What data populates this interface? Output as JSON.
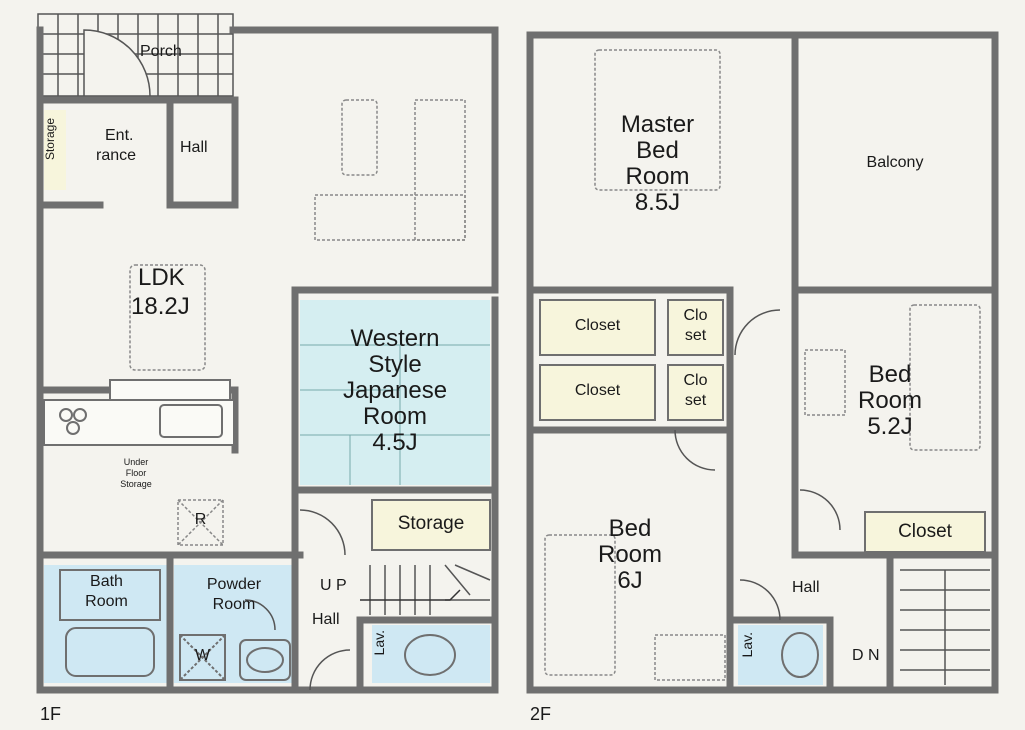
{
  "colors": {
    "background": "#f4f3ee",
    "wall": "#6f6f6f",
    "wet_area": "#cfe8f3",
    "tatami": "#d5eef1",
    "closet": "#f7f5dc",
    "furniture": "#8a8a8a"
  },
  "floor1": {
    "label": "1F",
    "porch": "Porch",
    "storage_entrance": "Storage",
    "entrance_line1": "Ent.",
    "entrance_line2": "rance",
    "hall_entrance": "Hall",
    "ldk_name": "LDK",
    "ldk_size": "18.2J",
    "japanese_line1": "Western",
    "japanese_line2": "Style",
    "japanese_line3": "Japanese",
    "japanese_line4": "Room",
    "japanese_size": "4.5J",
    "storage_main": "Storage",
    "underfloor_line1": "Under",
    "underfloor_line2": "Floor",
    "underfloor_line3": "Storage",
    "fridge": "R",
    "bath_line1": "Bath",
    "bath_line2": "Room",
    "powder_line1": "Powder",
    "powder_line2": "Room",
    "washer": "W",
    "stairs_up": "U P",
    "hall_stairs": "Hall",
    "lav": "Lav."
  },
  "floor2": {
    "label": "2F",
    "master_line1": "Master",
    "master_line2": "Bed",
    "master_line3": "Room",
    "master_size": "8.5J",
    "balcony": "Balcony",
    "closet_a": "Closet",
    "closet_b": "Closet",
    "closet_small_a_line1": "Clo",
    "closet_small_a_line2": "set",
    "closet_small_b_line1": "Clo",
    "closet_small_b_line2": "set",
    "bed_right_line1": "Bed",
    "bed_right_line2": "Room",
    "bed_right_size": "5.2J",
    "closet_right": "Closet",
    "bed_left_line1": "Bed",
    "bed_left_line2": "Room",
    "bed_left_size": "6J",
    "hall": "Hall",
    "lav": "Lav.",
    "stairs_down": "D N"
  }
}
